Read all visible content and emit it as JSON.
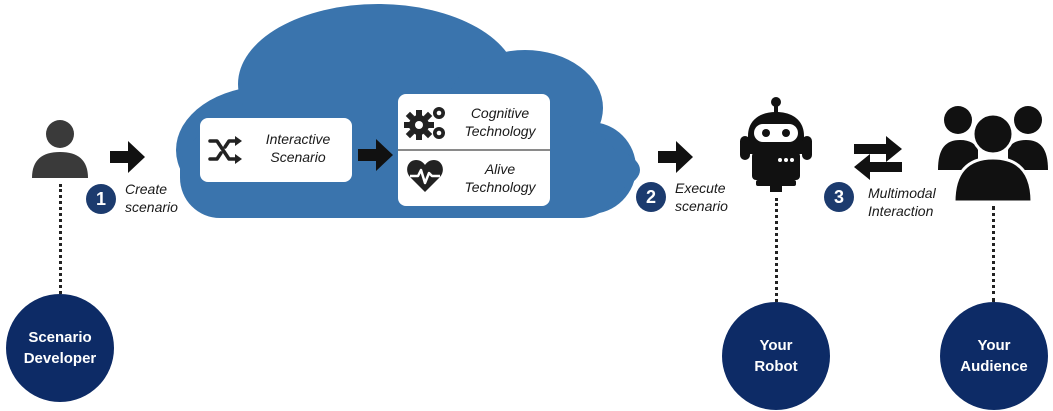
{
  "cloud": {
    "interactive_scenario": [
      "Interactive",
      "Scenario"
    ],
    "cognitive_technology": [
      "Cognitive",
      "Technology"
    ],
    "alive_technology": [
      "Alive",
      "Technology"
    ]
  },
  "steps": [
    {
      "number": "1",
      "label": [
        "Create",
        "scenario"
      ]
    },
    {
      "number": "2",
      "label": [
        "Execute",
        "scenario"
      ]
    },
    {
      "number": "3",
      "label": [
        "Multimodal",
        "Interaction"
      ]
    }
  ],
  "roles": {
    "developer": [
      "Scenario",
      "Developer"
    ],
    "robot": [
      "Your",
      "Robot"
    ],
    "audience": [
      "Your",
      "Audience"
    ]
  },
  "colors": {
    "cloud": "#3a74ad",
    "step_circle": "#1c3b6e",
    "role_circle": "#0d2b66",
    "icon": "#1a1a1a"
  },
  "icons": [
    "person-icon",
    "shuffle-icon",
    "gears-icon",
    "heartbeat-icon",
    "robot-icon",
    "group-icon",
    "arrow-right-icon",
    "swap-arrows-icon"
  ]
}
